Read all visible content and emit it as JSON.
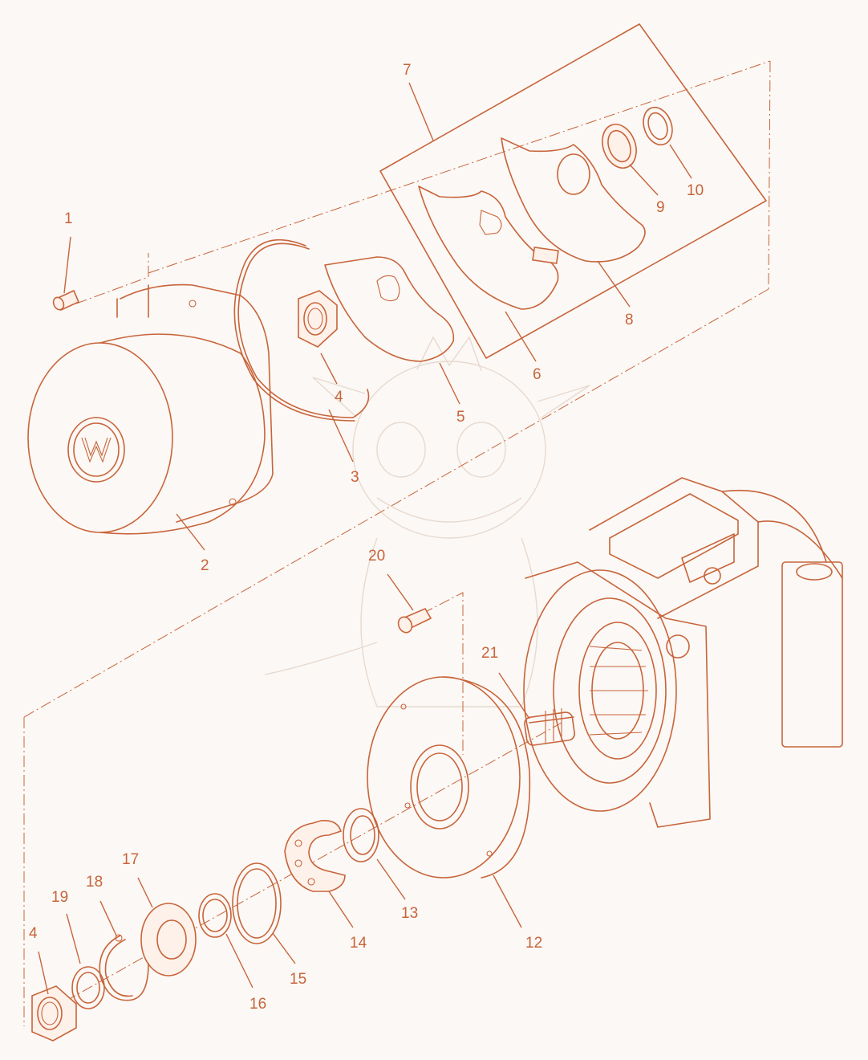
{
  "colors": {
    "line": "#c8643a",
    "background": "#fbf8f5",
    "watermark": "#e8d9cf"
  },
  "callouts": {
    "c1": "1",
    "c2": "2",
    "c3": "3",
    "c4a": "4",
    "c5": "5",
    "c6": "6",
    "c7": "7",
    "c8": "8",
    "c9": "9",
    "c10": "10",
    "c12": "12",
    "c13": "13",
    "c14": "14",
    "c15": "15",
    "c16": "16",
    "c17": "17",
    "c18": "18",
    "c19": "19",
    "c4b": "4",
    "c20": "20",
    "c21": "21"
  },
  "icons": {
    "watermark": "baby-dragon-watermark",
    "logo": "w-logo-emblem"
  }
}
